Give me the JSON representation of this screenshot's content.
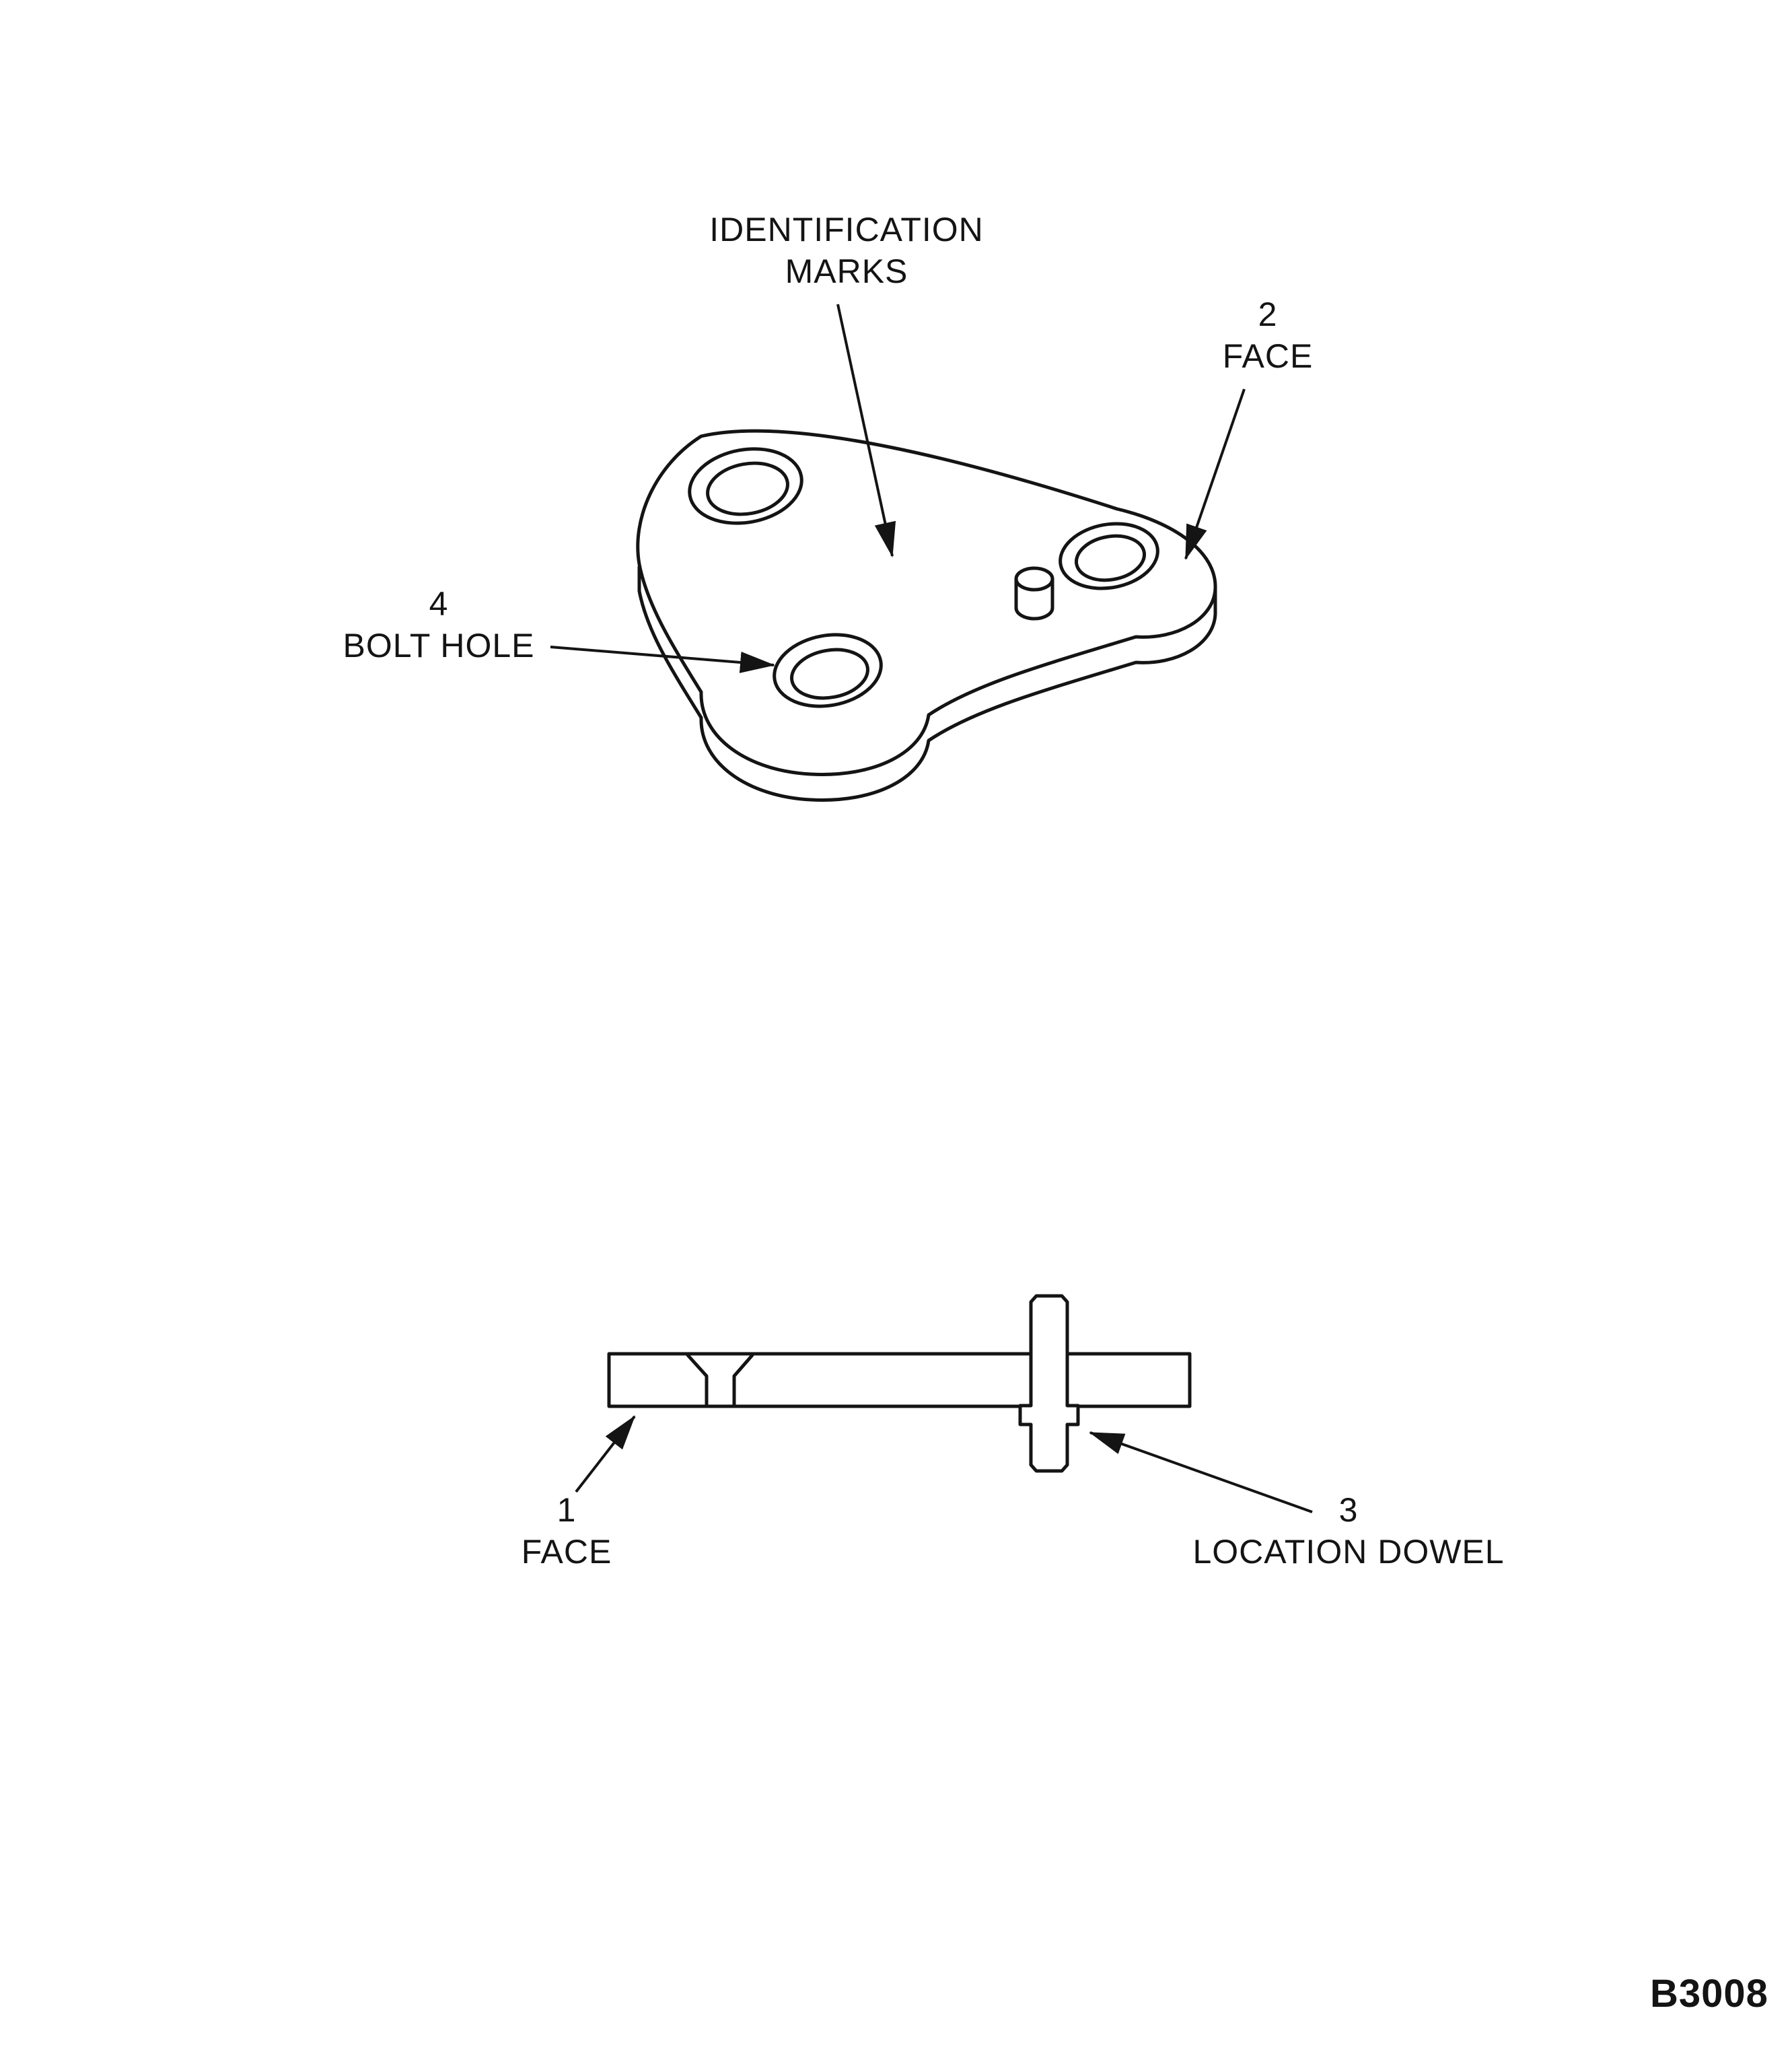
{
  "page": {
    "background_color": "#ffffff",
    "ink_color": "#141414"
  },
  "callouts": {
    "identification_marks": {
      "line1": "IDENTIFICATION",
      "line2": "MARKS"
    },
    "face_2": {
      "number": "2",
      "label": "FACE"
    },
    "bolt_hole_4": {
      "number": "4",
      "label": "BOLT HOLE"
    },
    "face_1": {
      "number": "1",
      "label": "FACE"
    },
    "location_dowel_3": {
      "number": "3",
      "label": "LOCATION DOWEL"
    }
  },
  "figure_code": "B3008"
}
